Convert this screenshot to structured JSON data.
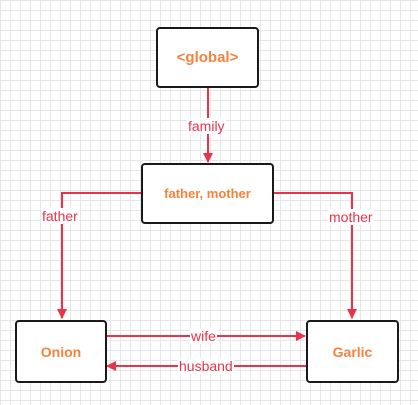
{
  "colors": {
    "node_text": "#f5823c",
    "edge": "#e8334a",
    "node_border": "#1a1a1a"
  },
  "nodes": {
    "global": "<global>",
    "parents": "father, mother",
    "onion": "Onion",
    "garlic": "Garlic"
  },
  "edges": {
    "family": "family",
    "father": "father",
    "mother": "mother",
    "wife": "wife",
    "husband": "husband"
  }
}
